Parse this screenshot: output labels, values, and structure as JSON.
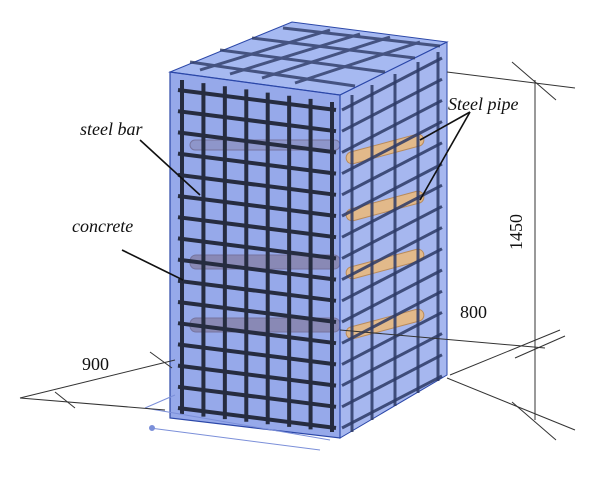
{
  "labels": {
    "steel_bar": "steel bar",
    "concrete": "concrete",
    "steel_pipe": "Steel pipe"
  },
  "dimensions": {
    "height": "1450",
    "depth": "800",
    "width": "900"
  },
  "colors": {
    "concrete_fill": "#3f63d8",
    "rebar": "#2a3350",
    "pipe": "#e2b98a",
    "leader": "#111111",
    "dimension_line": "#333333"
  }
}
